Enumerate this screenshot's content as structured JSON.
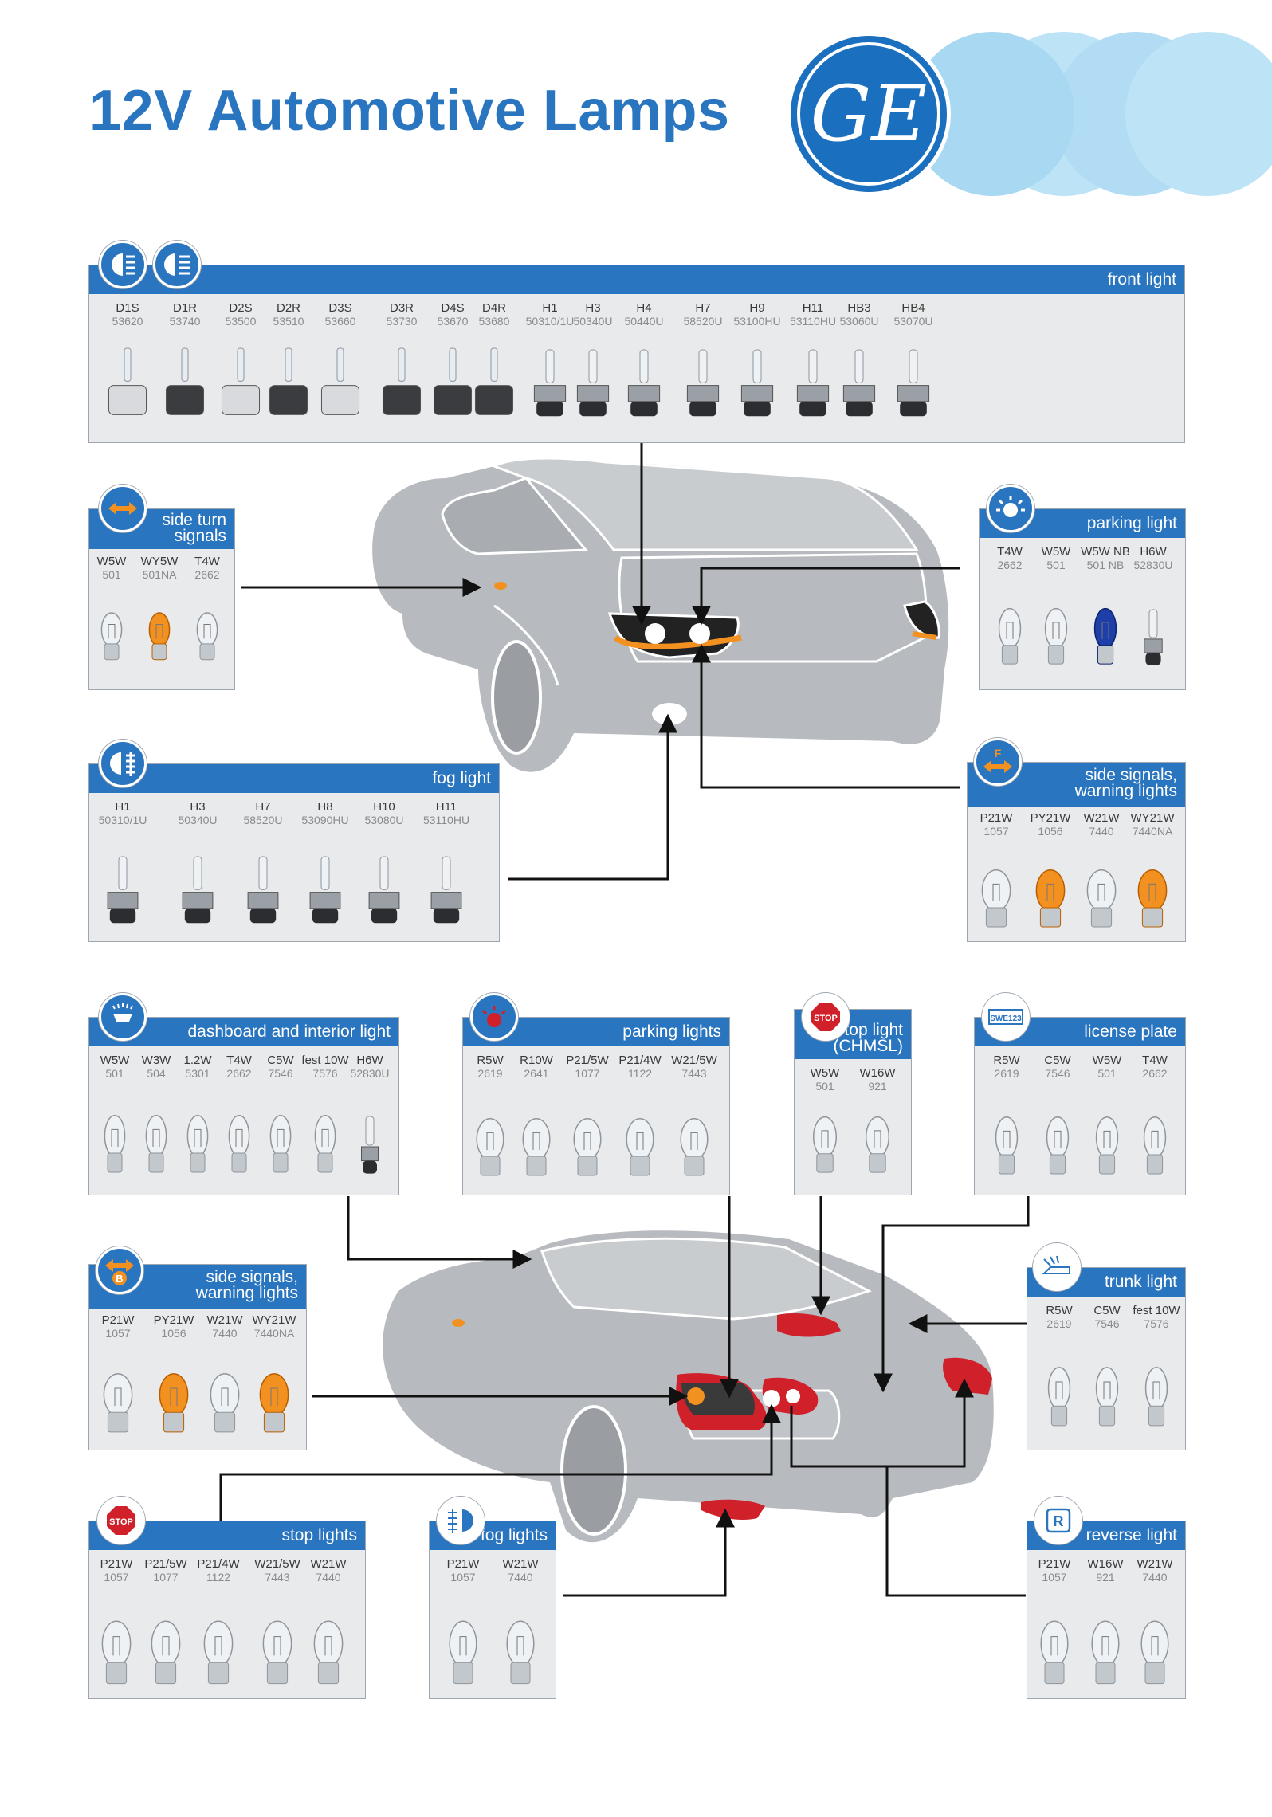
{
  "header": {
    "title": "12V Automotive Lamps",
    "logo_text": "GE",
    "colors": {
      "brand_blue": "#2a75bf",
      "light_blue": "#a8d8f2",
      "bar_gray": "#e9eaec",
      "car_gray": "#b7babe",
      "turn_orange": "#f29020",
      "stop_red": "#d0202a"
    }
  },
  "panels": {
    "front": {
      "title": "front light",
      "lamps": [
        {
          "name": "D1S",
          "code": "53620"
        },
        {
          "name": "D1R",
          "code": "53740"
        },
        {
          "name": "D2S",
          "code": "53500"
        },
        {
          "name": "D2R",
          "code": "53510"
        },
        {
          "name": "D3S",
          "code": "53660"
        },
        {
          "name": "D3R",
          "code": "53730"
        },
        {
          "name": "D4S",
          "code": "53670"
        },
        {
          "name": "D4R",
          "code": "53680"
        },
        {
          "name": "H1",
          "code": "50310/1U"
        },
        {
          "name": "H3",
          "code": "50340U"
        },
        {
          "name": "H4",
          "code": "50440U"
        },
        {
          "name": "H7",
          "code": "58520U"
        },
        {
          "name": "H9",
          "code": "53100HU"
        },
        {
          "name": "H11",
          "code": "53110HU"
        },
        {
          "name": "HB3",
          "code": "53060U"
        },
        {
          "name": "HB4",
          "code": "53070U"
        }
      ]
    },
    "side_turn": {
      "title_1": "side turn",
      "title_2": "signals",
      "lamps": [
        {
          "name": "W5W",
          "code": "501"
        },
        {
          "name": "WY5W",
          "code": "501NA"
        },
        {
          "name": "T4W",
          "code": "2662"
        }
      ]
    },
    "parking_light": {
      "title": "parking light",
      "lamps": [
        {
          "name": "T4W",
          "code": "2662"
        },
        {
          "name": "W5W",
          "code": "501"
        },
        {
          "name": "W5W NB",
          "code": "501 NB"
        },
        {
          "name": "H6W",
          "code": "52830U"
        }
      ]
    },
    "fog_front": {
      "title": "fog light",
      "lamps": [
        {
          "name": "H1",
          "code": "50310/1U"
        },
        {
          "name": "H3",
          "code": "50340U"
        },
        {
          "name": "H7",
          "code": "58520U"
        },
        {
          "name": "H8",
          "code": "53090HU"
        },
        {
          "name": "H10",
          "code": "53080U"
        },
        {
          "name": "H11",
          "code": "53110HU"
        }
      ]
    },
    "side_signals_front": {
      "title_1": "side signals,",
      "title_2": "warning lights",
      "icon_letter": "F",
      "lamps": [
        {
          "name": "P21W",
          "code": "1057"
        },
        {
          "name": "PY21W",
          "code": "1056"
        },
        {
          "name": "W21W",
          "code": "7440"
        },
        {
          "name": "WY21W",
          "code": "7440NA"
        }
      ]
    },
    "dashboard": {
      "title": "dashboard and interior light",
      "lamps": [
        {
          "name": "W5W",
          "code": "501"
        },
        {
          "name": "W3W",
          "code": "504"
        },
        {
          "name": "1.2W",
          "code": "5301"
        },
        {
          "name": "T4W",
          "code": "2662"
        },
        {
          "name": "C5W",
          "code": "7546"
        },
        {
          "name": "fest 10W",
          "code": "7576"
        },
        {
          "name": "H6W",
          "code": "52830U"
        }
      ]
    },
    "parking_lights": {
      "title": "parking lights",
      "lamps": [
        {
          "name": "R5W",
          "code": "2619"
        },
        {
          "name": "R10W",
          "code": "2641"
        },
        {
          "name": "P21/5W",
          "code": "1077"
        },
        {
          "name": "P21/4W",
          "code": "1122"
        },
        {
          "name": "W21/5W",
          "code": "7443"
        }
      ]
    },
    "stop_chmsl": {
      "title_1": "stop light",
      "title_2": "(CHMSL)",
      "icon_text": "STOP",
      "lamps": [
        {
          "name": "W5W",
          "code": "501"
        },
        {
          "name": "W16W",
          "code": "921"
        }
      ]
    },
    "license": {
      "title": "license plate",
      "icon_text": "SWE123",
      "lamps": [
        {
          "name": "R5W",
          "code": "2619"
        },
        {
          "name": "C5W",
          "code": "7546"
        },
        {
          "name": "W5W",
          "code": "501"
        },
        {
          "name": "T4W",
          "code": "2662"
        }
      ]
    },
    "side_signals_rear": {
      "title_1": "side signals,",
      "title_2": "warning lights",
      "icon_letter": "B",
      "lamps": [
        {
          "name": "P21W",
          "code": "1057"
        },
        {
          "name": "PY21W",
          "code": "1056"
        },
        {
          "name": "W21W",
          "code": "7440"
        },
        {
          "name": "WY21W",
          "code": "7440NA"
        }
      ]
    },
    "trunk": {
      "title": "trunk light",
      "lamps": [
        {
          "name": "R5W",
          "code": "2619"
        },
        {
          "name": "C5W",
          "code": "7546"
        },
        {
          "name": "fest 10W",
          "code": "7576"
        }
      ]
    },
    "stop_lights": {
      "title": "stop lights",
      "icon_text": "STOP",
      "lamps": [
        {
          "name": "P21W",
          "code": "1057"
        },
        {
          "name": "P21/5W",
          "code": "1077"
        },
        {
          "name": "P21/4W",
          "code": "1122"
        },
        {
          "name": "W21/5W",
          "code": "7443"
        },
        {
          "name": "W21W",
          "code": "7440"
        }
      ]
    },
    "fog_rear": {
      "title": "fog lights",
      "lamps": [
        {
          "name": "P21W",
          "code": "1057"
        },
        {
          "name": "W21W",
          "code": "7440"
        }
      ]
    },
    "reverse": {
      "title": "reverse light",
      "icon_letter": "R",
      "lamps": [
        {
          "name": "P21W",
          "code": "1057"
        },
        {
          "name": "W16W",
          "code": "921"
        },
        {
          "name": "W21W",
          "code": "7440"
        }
      ]
    }
  }
}
